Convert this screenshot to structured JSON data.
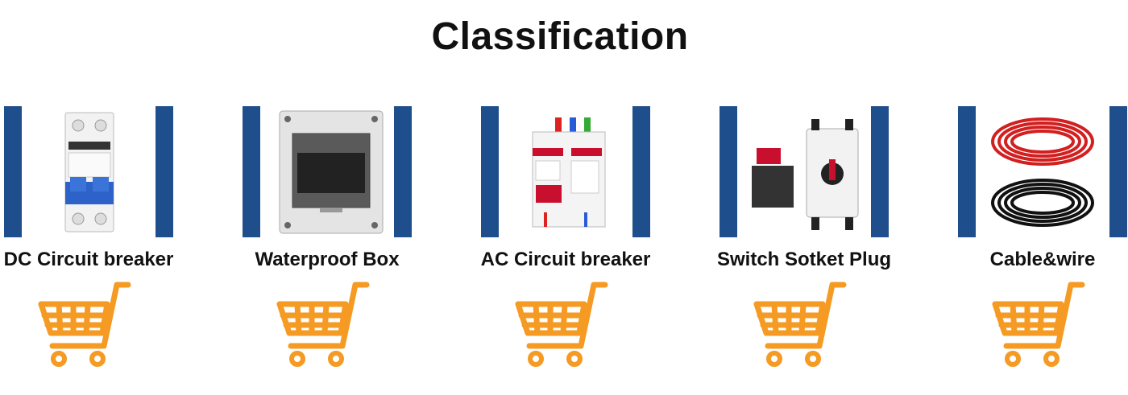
{
  "page": {
    "title": "Classification",
    "accent_color": "#F59A23",
    "frame_color": "#1F4E8C"
  },
  "categories": [
    {
      "label": "DC Circuit breaker",
      "image_icon": "dc-breaker-image",
      "cart_icon": "shopping-cart-icon"
    },
    {
      "label": "Waterproof Box",
      "image_icon": "distribution-box-image",
      "cart_icon": "shopping-cart-icon"
    },
    {
      "label": "AC Circuit breaker",
      "image_icon": "ac-breaker-image",
      "cart_icon": "shopping-cart-icon"
    },
    {
      "label": "Switch Sotket Plug",
      "image_icon": "isolator-switch-image",
      "cart_icon": "shopping-cart-icon"
    },
    {
      "label": "Cable&wire",
      "image_icon": "cable-coils-image",
      "cart_icon": "shopping-cart-icon"
    }
  ]
}
